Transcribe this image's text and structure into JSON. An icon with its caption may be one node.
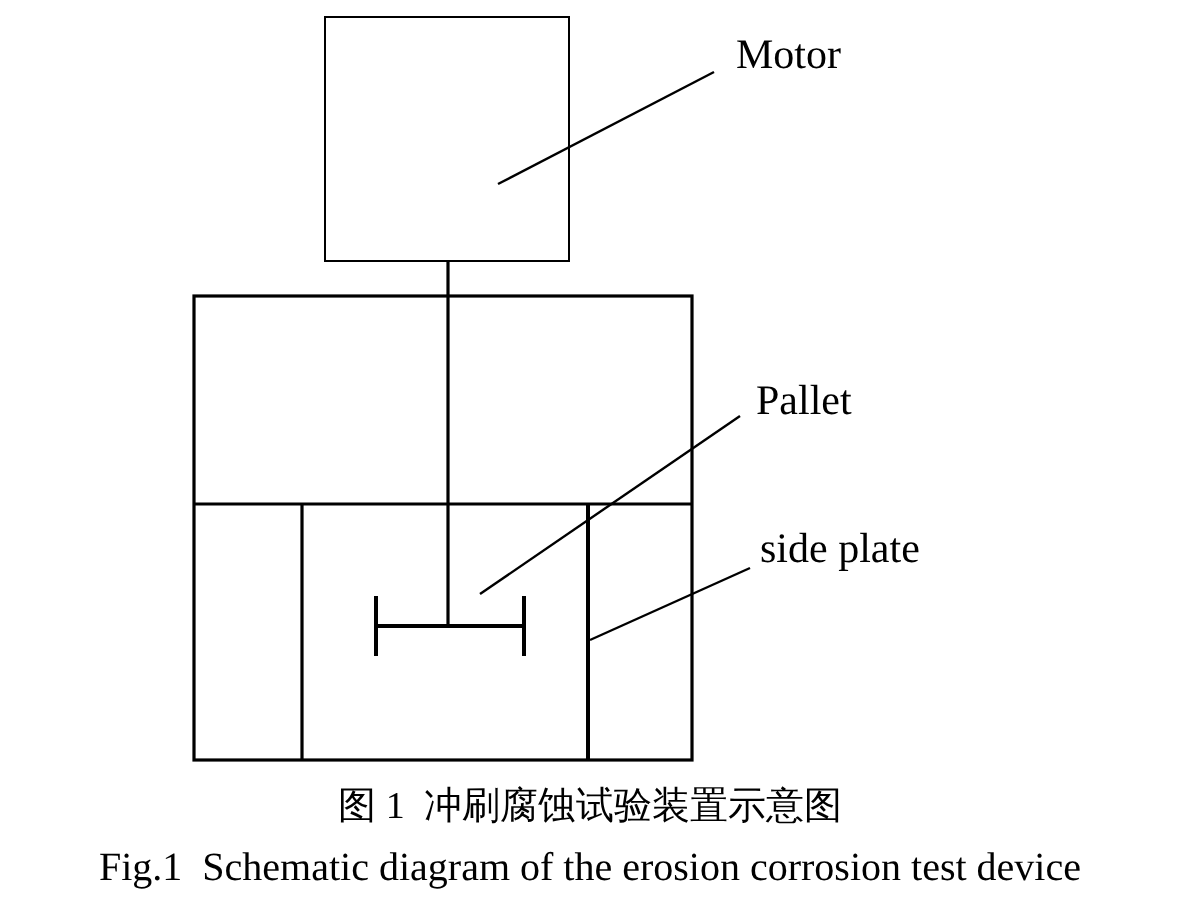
{
  "diagram": {
    "caption": "图 1  冲刷腐蚀试验装置示意图",
    "nodes": [
      {
        "text": [
          "Motor"
        ]
      },
      {
        "text": [],
        "shape": "box"
      },
      {
        "text": [
          "Pallet"
        ]
      },
      {
        "text": [],
        "shape": "bar"
      },
      {
        "text": [
          "side plate"
        ]
      },
      {
        "text": [],
        "shape": "bar"
      }
    ],
    "edges": [
      {
        "from": 0,
        "to": 1,
        "arrow": "none"
      },
      {
        "from": 2,
        "to": 3,
        "arrow": "none"
      },
      {
        "from": 4,
        "to": 5,
        "arrow": "none"
      },
      {
        "from": 1,
        "to": 3,
        "arrow": "none"
      }
    ],
    "labels": [
      "Fig.1  Schematic diagram of the erosion corrosion test device"
    ]
  }
}
